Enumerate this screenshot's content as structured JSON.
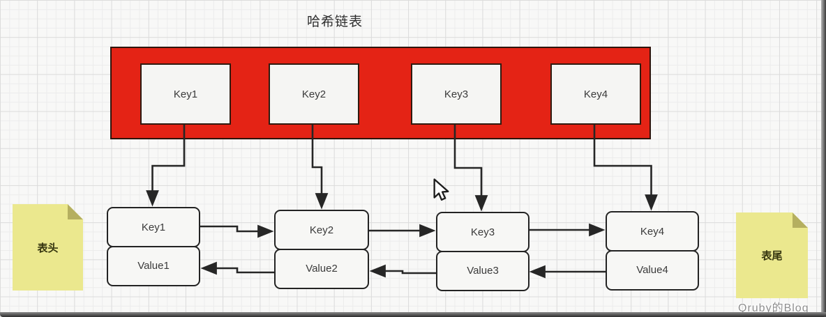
{
  "title": "哈希链表",
  "hash_table": {
    "buckets": [
      {
        "label": "Key1"
      },
      {
        "label": "Key2"
      },
      {
        "label": "Key3"
      },
      {
        "label": "Key4"
      }
    ]
  },
  "linked_list": {
    "nodes": [
      {
        "key": "Key1",
        "value": "Value1"
      },
      {
        "key": "Key2",
        "value": "Value2"
      },
      {
        "key": "Key3",
        "value": "Value3"
      },
      {
        "key": "Key4",
        "value": "Value4"
      }
    ]
  },
  "annotations": {
    "head_note": "表头",
    "tail_note": "表尾"
  },
  "watermark": "Qruby的Blog",
  "colors": {
    "bucket_container_fill": "#e42315",
    "box_fill": "#f7f7f5",
    "line": "#2a2a2a",
    "note_fill": "#ebe88e",
    "note_fold": "#b5af60",
    "grid_line": "#ececec"
  }
}
